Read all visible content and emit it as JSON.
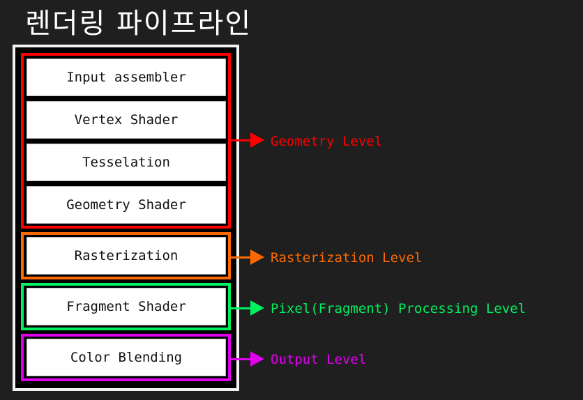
{
  "title": "렌더링 파이프라인",
  "colors": {
    "geometry": "#ff0000",
    "rasterization": "#ff6a00",
    "pixel": "#00f060",
    "output": "#e000f0",
    "frame": "#f2f2f2",
    "background": "#1f1f1f"
  },
  "stages": [
    {
      "label": "Input assembler"
    },
    {
      "label": "Vertex Shader"
    },
    {
      "label": "Tesselation"
    },
    {
      "label": "Geometry Shader"
    },
    {
      "label": "Rasterization"
    },
    {
      "label": "Fragment Shader"
    },
    {
      "label": "Color Blending"
    }
  ],
  "levels": [
    {
      "label": "Geometry Level"
    },
    {
      "label": "Rasterization Level"
    },
    {
      "label": "Pixel(Fragment) Processing Level"
    },
    {
      "label": "Output Level"
    }
  ]
}
